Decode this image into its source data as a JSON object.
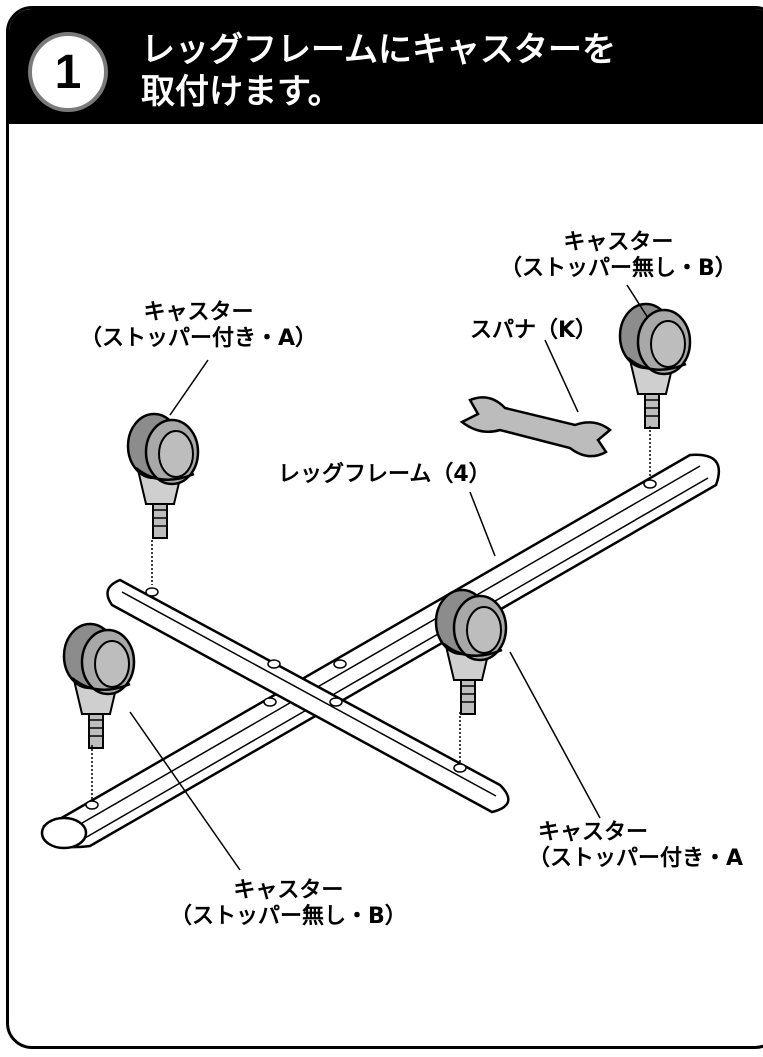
{
  "step": {
    "number": "1",
    "title_line1": "レッグフレームにキャスターを",
    "title_line2": "取付けます。"
  },
  "labels": {
    "caster_a_left_line1": "キャスター",
    "caster_a_left_line2": "（ストッパー付き・A）",
    "caster_b_top_line1": "キャスター",
    "caster_b_top_line2": "（ストッパー無し・B）",
    "wrench": "スパナ（K）",
    "leg_frame": "レッグフレーム（4）",
    "caster_a_right_line1": "キャスター",
    "caster_a_right_line2": "（ストッパー付き・A",
    "caster_b_bottom_line1": "キャスター",
    "caster_b_bottom_line2": "（ストッパー無し・B）"
  },
  "colors": {
    "header_bg": "#000000",
    "caster_fill": "#9a9a9a",
    "line": "#000000"
  }
}
